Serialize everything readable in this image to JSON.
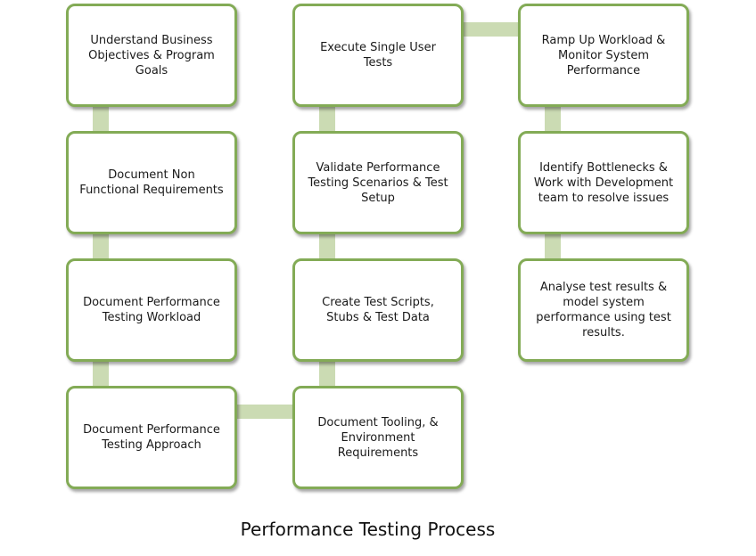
{
  "nodes": [
    {
      "id": "understand-business-objectives",
      "text": "Understand Business Objectives & Program Goals"
    },
    {
      "id": "document-non-functional-requirements",
      "text": "Document Non Functional Requirements"
    },
    {
      "id": "document-performance-testing-workload",
      "text": "Document Performance Testing Workload"
    },
    {
      "id": "document-performance-testing-approach",
      "text": "Document Performance Testing Approach"
    },
    {
      "id": "document-tooling-environment",
      "text": "Document Tooling, & Environment Requirements"
    },
    {
      "id": "create-test-scripts",
      "text": "Create Test Scripts, Stubs & Test Data"
    },
    {
      "id": "validate-performance-scenarios",
      "text": "Validate Performance Testing Scenarios & Test Setup"
    },
    {
      "id": "execute-single-user-tests",
      "text": "Execute Single User Tests"
    },
    {
      "id": "ramp-up-workload",
      "text": "Ramp Up Workload & Monitor System Performance"
    },
    {
      "id": "identify-bottlenecks",
      "text": "Identify Bottlenecks & Work with Development team to resolve issues"
    },
    {
      "id": "analyse-test-results",
      "text": "Analyse test results & model system performance using test results."
    }
  ],
  "caption": "Performance Testing Process",
  "colors": {
    "border": "#83ab56",
    "connector": "#cbdbb3",
    "background": "#ffffff"
  }
}
